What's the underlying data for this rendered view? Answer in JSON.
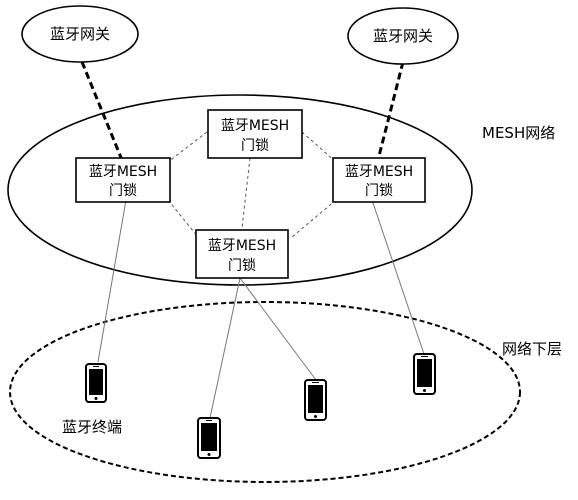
{
  "gateways": [
    {
      "label": "蓝牙网关"
    },
    {
      "label": "蓝牙网关"
    }
  ],
  "mesh_network": {
    "label": "MESH网络"
  },
  "lower_network": {
    "label": "网络下层"
  },
  "door_locks": [
    {
      "line1": "蓝牙MESH",
      "line2": "门锁"
    },
    {
      "line1": "蓝牙MESH",
      "line2": "门锁"
    },
    {
      "line1": "蓝牙MESH",
      "line2": "门锁"
    },
    {
      "line1": "蓝牙MESH",
      "line2": "门锁"
    }
  ],
  "terminal": {
    "label": "蓝牙终端"
  }
}
